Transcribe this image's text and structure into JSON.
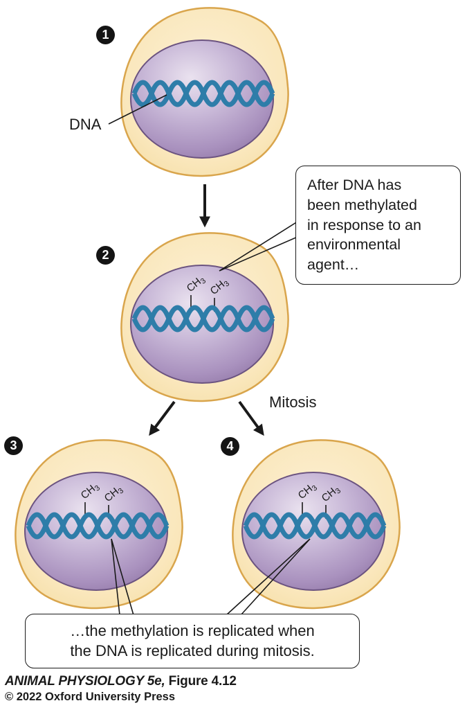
{
  "figure": {
    "steps": {
      "one": "1",
      "two": "2",
      "three": "3",
      "four": "4"
    },
    "labels": {
      "dna": "DNA",
      "mitosis": "Mitosis",
      "methyl_main": "CH",
      "methyl_sub": "3"
    },
    "callouts": {
      "methylation": "After DNA has been methylated in response to an environmental agent…",
      "replication": "…the methylation is replicated when the DNA is replicated during mitosis."
    },
    "credit": {
      "book": "ANIMAL PHYSIOLOGY 5e,",
      "figure": " Figure 4.12",
      "copyright": "© 2022 Oxford University Press"
    },
    "colors": {
      "membrane_fill": "#FAE7BC",
      "membrane_stroke": "#D9A54C",
      "nucleus_fill": "#B7A3C8",
      "nucleus_stroke": "#6B5380",
      "dna_strand": "#2E7DA9",
      "badge_bg": "#141414",
      "ink": "#1A1A1A"
    }
  }
}
